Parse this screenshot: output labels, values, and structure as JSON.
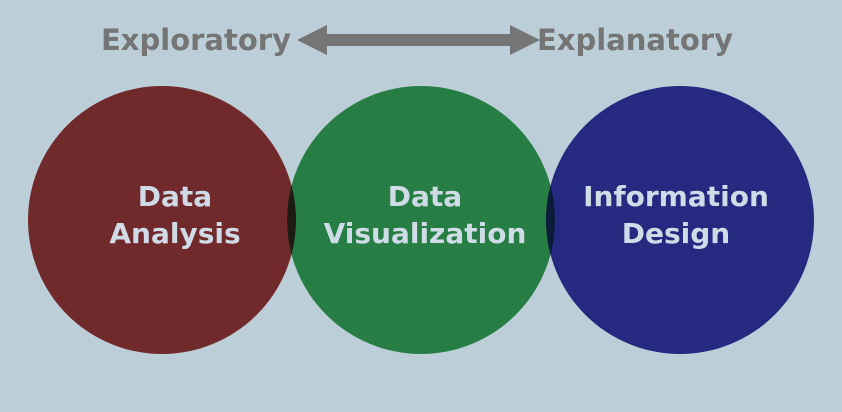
{
  "scale": {
    "left_label": "Exploratory",
    "right_label": "Explanatory",
    "arrow_color": "#757575"
  },
  "circles": [
    {
      "line1": "Data",
      "line2": "Analysis",
      "color": "#712a2c"
    },
    {
      "line1": "Data",
      "line2": "Visualization",
      "color": "#277e44"
    },
    {
      "line1": "Information",
      "line2": "Design",
      "color": "#262980"
    }
  ],
  "overlap_colors": [
    "#1d1b12",
    "#0b1c3a"
  ],
  "background_color": "#bccfd8",
  "label_color": "#cfdbe6"
}
